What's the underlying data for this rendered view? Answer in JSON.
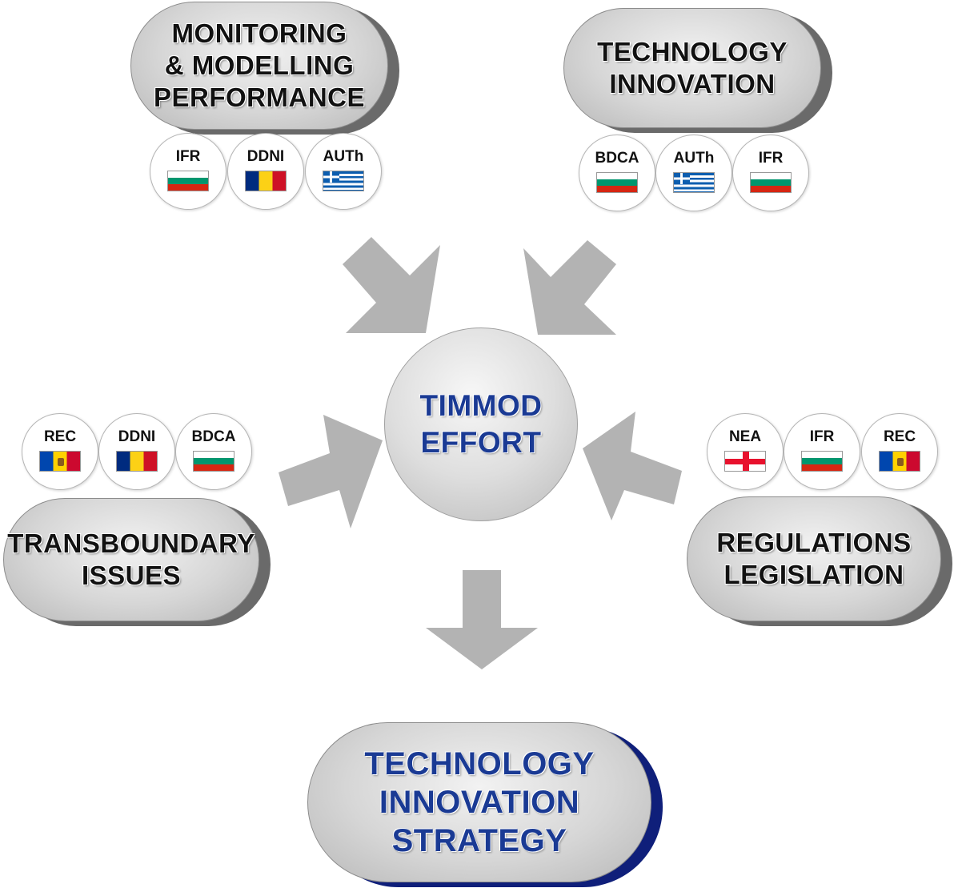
{
  "center": {
    "line1": "TIMMOD",
    "line2": "EFFORT"
  },
  "topLeft": {
    "lines": [
      "MONITORING",
      "& MODELLING",
      "PERFORMANCE"
    ],
    "partners": [
      {
        "code": "IFR",
        "flag": "bg"
      },
      {
        "code": "DDNI",
        "flag": "ro"
      },
      {
        "code": "AUTh",
        "flag": "gr"
      }
    ]
  },
  "topRight": {
    "lines": [
      "TECHNOLOGY",
      "INNOVATION"
    ],
    "partners": [
      {
        "code": "BDCA",
        "flag": "bg"
      },
      {
        "code": "AUTh",
        "flag": "gr"
      },
      {
        "code": "IFR",
        "flag": "bg"
      }
    ]
  },
  "left": {
    "lines": [
      "TRANSBOUNDARY",
      "ISSUES"
    ],
    "partners": [
      {
        "code": "REC",
        "flag": "md"
      },
      {
        "code": "DDNI",
        "flag": "ro"
      },
      {
        "code": "BDCA",
        "flag": "bg"
      }
    ]
  },
  "right": {
    "lines": [
      "REGULATIONS",
      "LEGISLATION"
    ],
    "partners": [
      {
        "code": "NEA",
        "flag": "ge"
      },
      {
        "code": "IFR",
        "flag": "bg"
      },
      {
        "code": "REC",
        "flag": "md"
      }
    ]
  },
  "bottom": {
    "lines": [
      "TECHNOLOGY",
      "INNOVATION",
      "STRATEGY"
    ]
  },
  "colors": {
    "accentBlue": "#1a3a94",
    "arrowGray": "#b3b3b3",
    "pillGray": "#d6d6d6"
  }
}
